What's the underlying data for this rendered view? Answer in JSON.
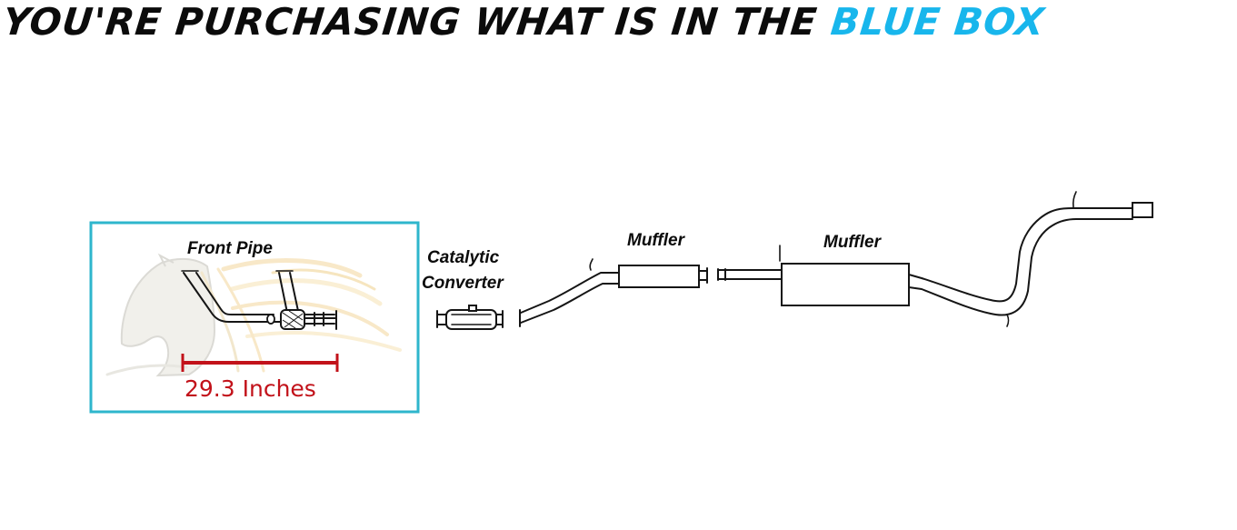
{
  "headline": {
    "main_text": "YOU'RE PURCHASING WHAT IS IN THE",
    "accent_text": "BLUE BOX",
    "accent_color": "#18b6ec"
  },
  "highlight_box": {
    "border_color": "#2eb6cc"
  },
  "labels": {
    "front_pipe": "Front Pipe",
    "catalytic_line1": "Catalytic",
    "catalytic_line2": "Converter",
    "muffler_1": "Muffler",
    "muffler_2": "Muffler"
  },
  "measurement": {
    "text": "29.3 Inches",
    "color": "#c2121a"
  }
}
